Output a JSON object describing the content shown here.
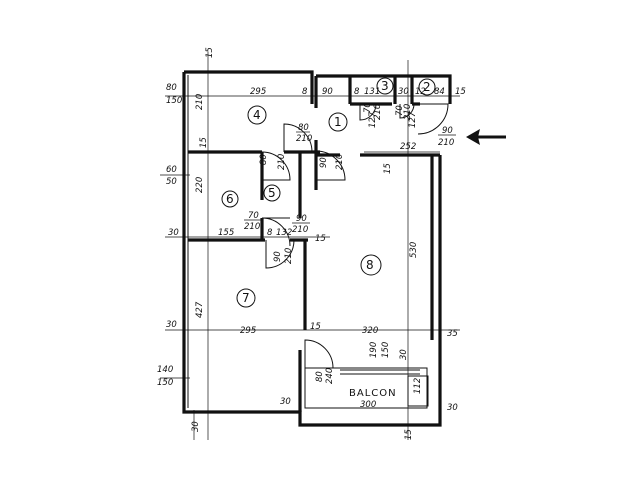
{
  "rooms": [
    {
      "id": "room-1",
      "label": "1"
    },
    {
      "id": "room-2",
      "label": "2"
    },
    {
      "id": "room-3",
      "label": "3"
    },
    {
      "id": "room-4",
      "label": "4"
    },
    {
      "id": "room-5",
      "label": "5"
    },
    {
      "id": "room-6",
      "label": "6"
    },
    {
      "id": "room-7",
      "label": "7"
    },
    {
      "id": "room-8",
      "label": "8"
    }
  ],
  "balcony_label": "BALCON",
  "dimensions": {
    "top_15": "15",
    "d295_top": "295",
    "d8_top": "8",
    "d90_top": "90",
    "d8_b": "8",
    "d131": "131",
    "d30_top": "30",
    "d12": "12",
    "d84": "84",
    "d15_right": "15",
    "d80_left": "80",
    "d150_left": "150",
    "d210_v": "210",
    "d15_v": "15",
    "d60_left": "60",
    "d50_left": "50",
    "d220": "220",
    "d30_left": "30",
    "d155": "155",
    "d8_c": "8",
    "d132": "132",
    "d15_c": "15",
    "d427": "427",
    "d30_lower": "30",
    "d295_lower": "295",
    "d15_lower": "15",
    "d320": "320",
    "d35": "35",
    "d140": "140",
    "d150_b": "150",
    "d30_bottom_left": "30",
    "d30_bottom_mid": "30",
    "d300": "300",
    "d112": "112",
    "d30_bottom_right": "30",
    "d15_bottom": "15",
    "d252": "252",
    "d127_a": "127",
    "d127_b": "127",
    "d15_mid": "15",
    "d530": "530",
    "d190": "190",
    "d150_c": "150",
    "d30_c": "30"
  },
  "doors": {
    "door_80_210": [
      "80",
      "210"
    ],
    "door_80_210_b": [
      "80",
      "210"
    ],
    "door_90_210_a": [
      "90",
      "210"
    ],
    "door_90_210_entry": [
      "90",
      "210"
    ],
    "door_70_210_a": [
      "70",
      "210"
    ],
    "door_70_210_b": [
      "70",
      "210"
    ],
    "door_70_210_c": [
      "70",
      "210"
    ],
    "door_90_210_b": [
      "90",
      "210"
    ],
    "door_90_210_c": [
      "90",
      "210"
    ],
    "door_80_240": [
      "80",
      "240"
    ]
  },
  "colors": {
    "line": "#111111",
    "paper": "#ffffff"
  },
  "icons": {
    "entrance": "arrow-left-icon"
  }
}
